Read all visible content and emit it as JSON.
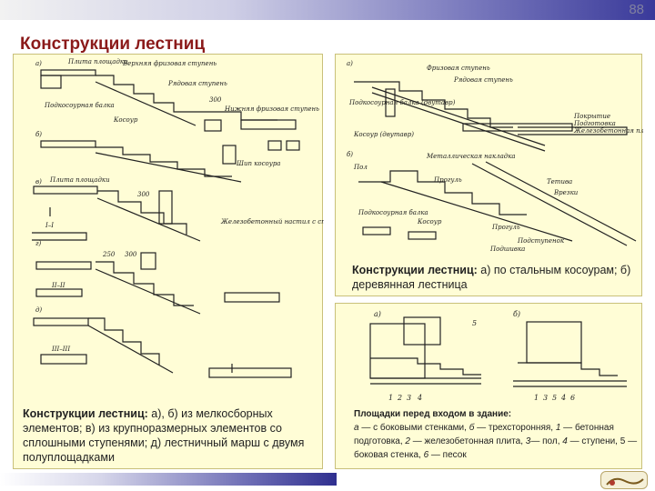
{
  "page_number": "88",
  "title": "Конструкции лестниц",
  "left_panel": {
    "caption_bold": "Конструкции лестниц:",
    "caption_text": " а), б) из мелкосборных элементов; в) из крупноразмерных элементов со сплошными ступенями; д) лестничный марш с двумя полуплощадками",
    "labels": [
      "а)",
      "Плита площадки",
      "Верхняя фризовая ступень",
      "Рядовая ступень",
      "300",
      "Подкосоурная балка",
      "Косоур",
      "Нижняя фризовая ступень",
      "б)",
      "Шип косоура",
      "в)",
      "Плита площадки",
      "300",
      "I–I",
      "Железобетонный настил с стальными полосами",
      "г)",
      "250",
      "300",
      "II–II",
      "д)",
      "III–III"
    ]
  },
  "right_top_panel": {
    "caption_bold": "Конструкции лестниц:",
    "caption_text": " а) по стальным косоурам; б) деревянная лестница",
    "labels": [
      "а)",
      "Фризовая ступень",
      "Рядовая ступень",
      "Подкосоурная балка (двутавр)",
      "Покрытие",
      "Подготовка",
      "Железобетонная плита",
      "Косоур (двутавр)",
      "б)",
      "Металлическая накладка",
      "Пол",
      "Прогуль",
      "Тетива",
      "Врезки",
      "Подкосоурная балка",
      "Косоур",
      "Прогуль",
      "Подступенок",
      "Подшивка"
    ]
  },
  "right_bottom_panel": {
    "caption_bold": "Площадки перед входом в здание:",
    "caption_items": [
      {
        "it": "а",
        "t": " — с боковыми стенками, "
      },
      {
        "it": "б",
        "t": " — трехсторонняя, "
      },
      {
        "it": "1",
        "t": " — бетонная подготовка, "
      },
      {
        "it": "2",
        "t": " — железобетонная плита, "
      },
      {
        "it": "3",
        "t": "— пол, "
      },
      {
        "it": "4",
        "t": " — ступени, 5 — боковая стенка, "
      },
      {
        "it": "6",
        "t": " — песок"
      }
    ],
    "labels": [
      "а)",
      "5",
      "б)",
      "1",
      "2",
      "3",
      "4",
      "1",
      "3",
      "5",
      "4",
      "6"
    ]
  }
}
